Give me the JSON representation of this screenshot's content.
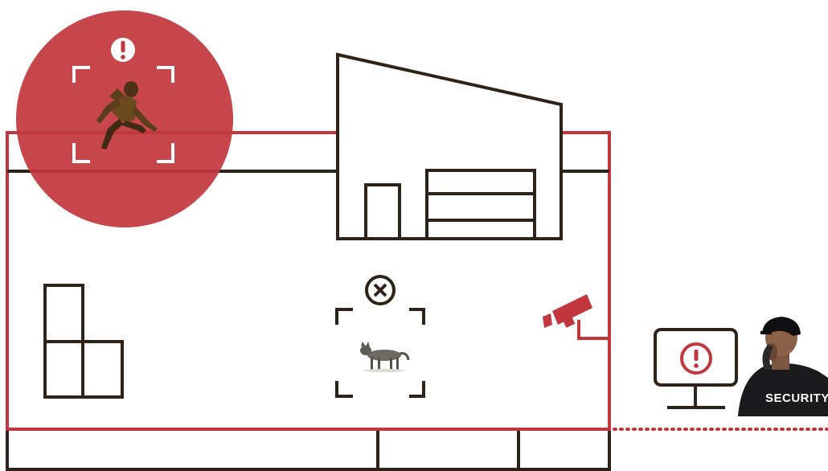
{
  "scene": {
    "guard_jacket_text": "SECURITY",
    "colors": {
      "alert_red": "#c2363d",
      "outline_dark": "#2e2219",
      "background": "#ffffff",
      "guard_black": "#1b1b1d"
    },
    "icons": [
      "alert-exclamation-icon",
      "dismiss-x-icon",
      "security-camera-icon",
      "monitor-alert-icon"
    ],
    "detections": [
      {
        "subject": "intruder",
        "status": "alert"
      },
      {
        "subject": "cat",
        "status": "dismissed"
      }
    ]
  }
}
